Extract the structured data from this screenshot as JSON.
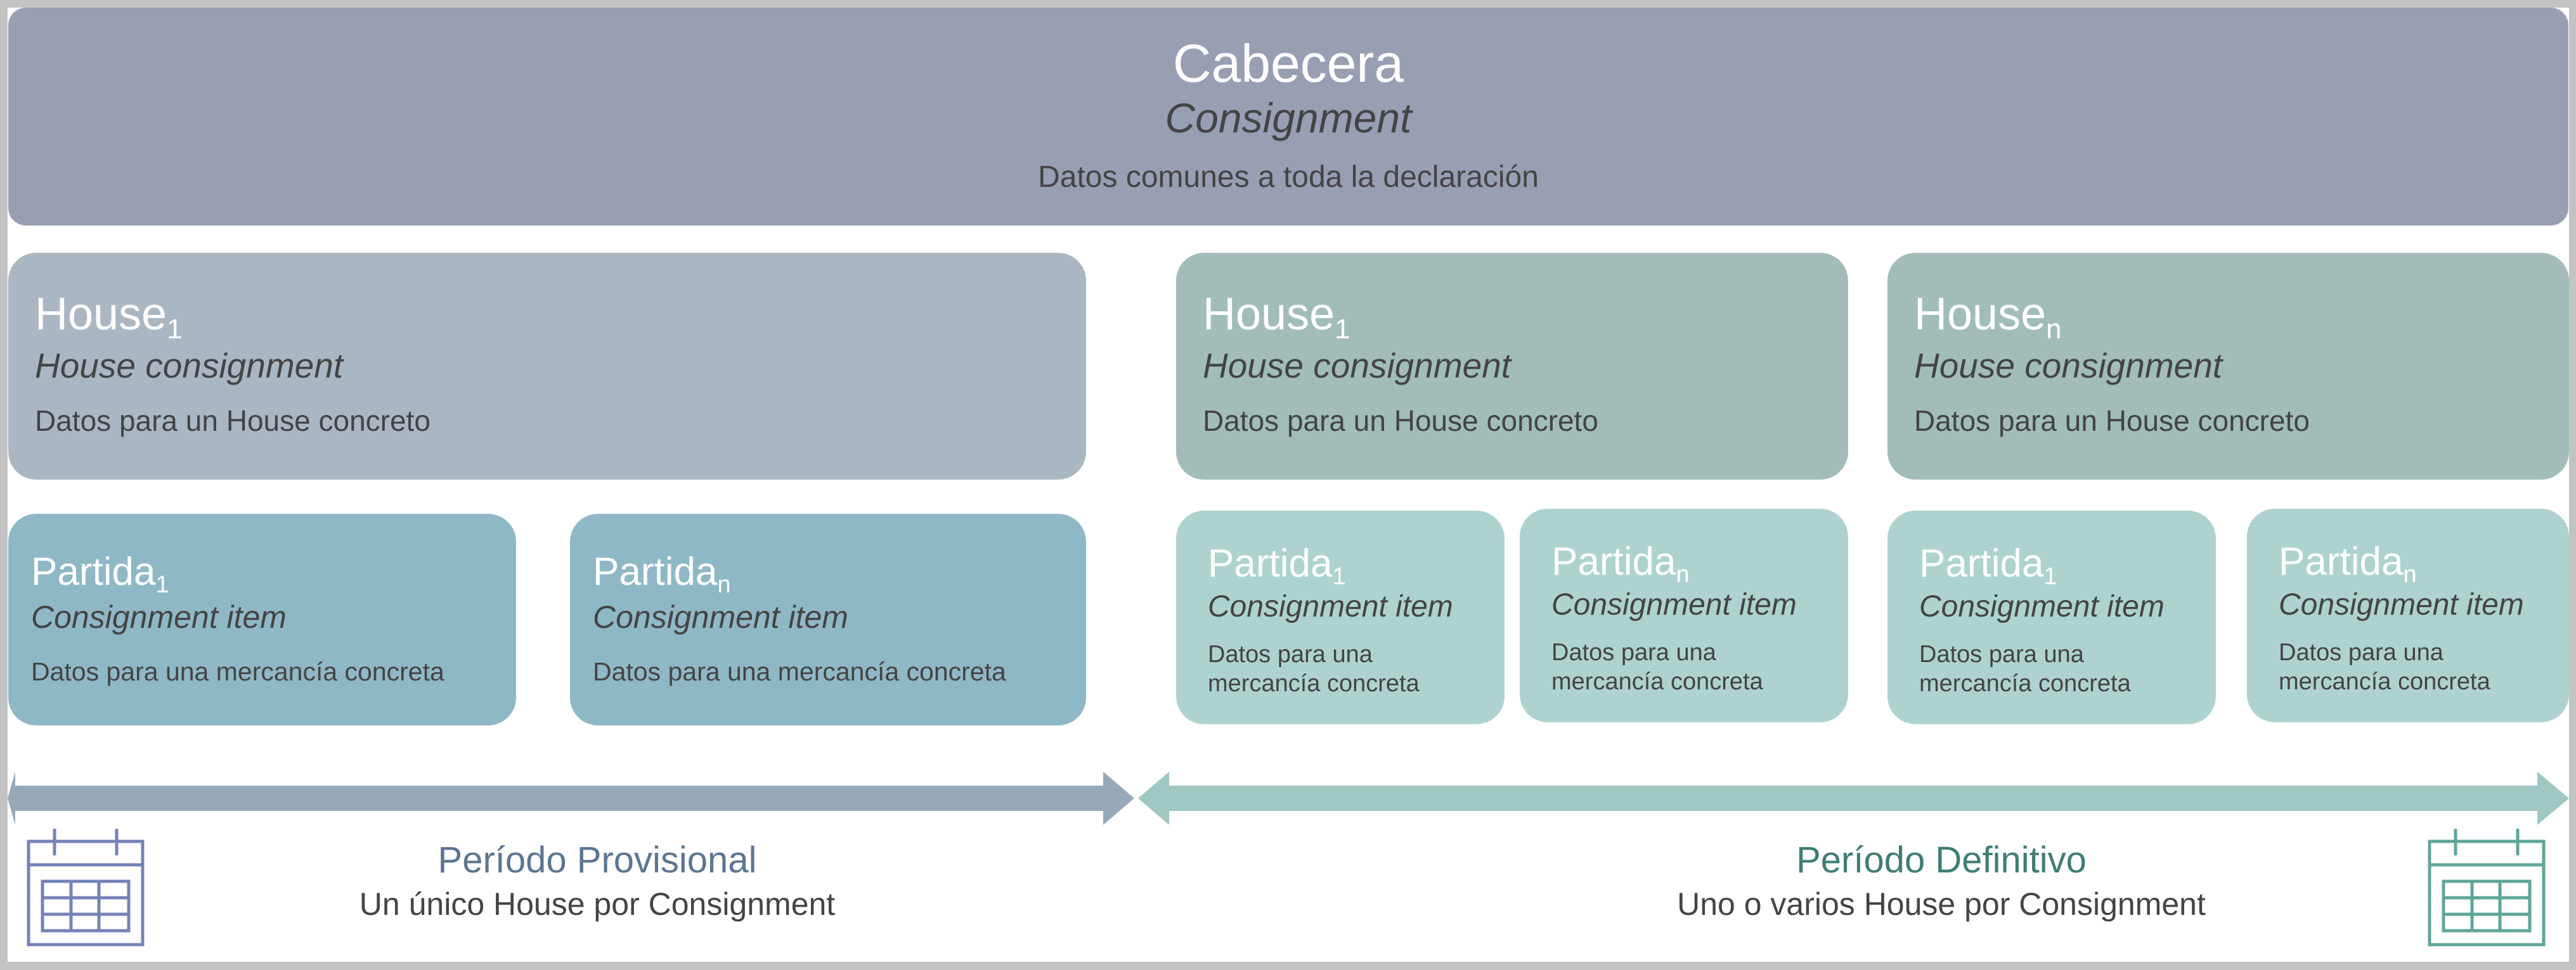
{
  "header": {
    "title": "Cabecera",
    "subtitle": "Consignment",
    "description": "Datos comunes a toda la declaración"
  },
  "provisional": {
    "house": {
      "title": "House",
      "index": "1",
      "subtitle": "House consignment",
      "description": "Datos para un House concreto"
    },
    "partidas": [
      {
        "title": "Partida",
        "index": "1",
        "subtitle": "Consignment item",
        "description": "Datos para una mercancía concreta"
      },
      {
        "title": "Partida",
        "index": "n",
        "subtitle": "Consignment item",
        "description": "Datos para una mercancía concreta"
      }
    ],
    "period": {
      "title": "Período Provisional",
      "subtitle": "Un único House por Consignment",
      "icon": "calendar-icon",
      "color": "#5c7691"
    }
  },
  "definitivo": {
    "houses": [
      {
        "title": "House",
        "index": "1",
        "subtitle": "House consignment",
        "description": "Datos para un House concreto",
        "partidas": [
          {
            "title": "Partida",
            "index": "1",
            "subtitle": "Consignment item",
            "description": "Datos para una mercancía concreta"
          },
          {
            "title": "Partida",
            "index": "n",
            "subtitle": "Consignment item",
            "description": "Datos para una mercancía concreta"
          }
        ]
      },
      {
        "title": "House",
        "index": "n",
        "subtitle": "House consignment",
        "description": "Datos para un House concreto",
        "partidas": [
          {
            "title": "Partida",
            "index": "1",
            "subtitle": "Consignment item",
            "description": "Datos para una mercancía concreta"
          },
          {
            "title": "Partida",
            "index": "n",
            "subtitle": "Consignment item",
            "description": "Datos para una mercancía concreta"
          }
        ]
      }
    ],
    "period": {
      "title": "Período Definitivo",
      "subtitle": "Uno o varios House por Consignment",
      "icon": "calendar-icon",
      "color": "#3f7d74"
    }
  },
  "colors": {
    "header": "#989fb3",
    "provisional_house": "#aab7c3",
    "provisional_partida": "#8fb8c6",
    "provisional_arrow": "#97a9b9",
    "provisional_calendar": "#7482b8",
    "definitivo_house": "#a2bdb9",
    "definitivo_partida": "#aed3ce",
    "definitivo_arrow": "#9fc8c2",
    "definitivo_calendar": "#5fa59a"
  }
}
